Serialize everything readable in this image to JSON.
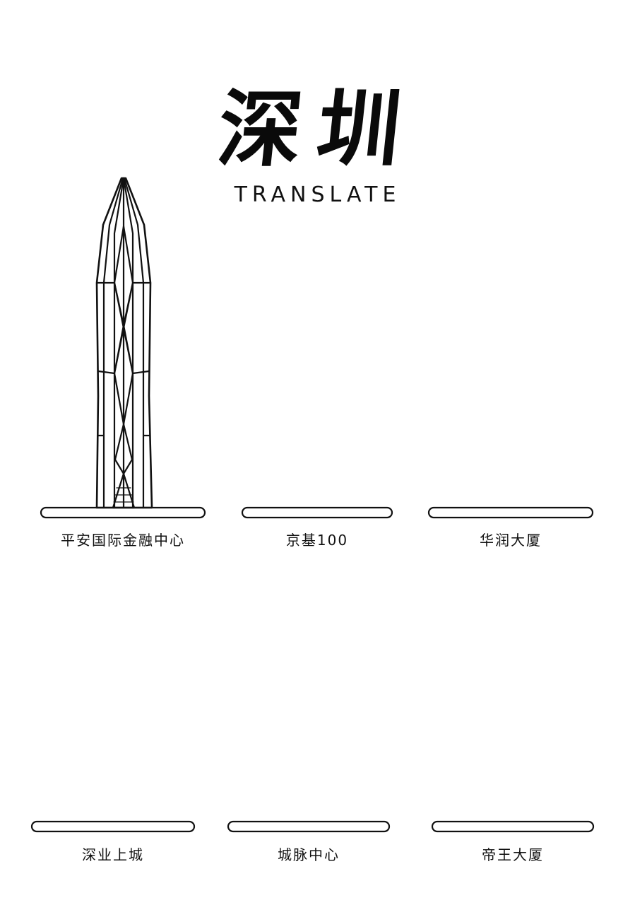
{
  "header": {
    "title": "深圳",
    "subtitle": "TRANSLATE"
  },
  "colors": {
    "background": "#ffffff",
    "ink": "#111111"
  },
  "buildings": [
    {
      "name": "平安国际金融中心",
      "row": 1,
      "col": 1
    },
    {
      "name": "京基100",
      "row": 1,
      "col": 2
    },
    {
      "name": "华润大厦",
      "row": 1,
      "col": 3
    },
    {
      "name": "深业上城",
      "row": 2,
      "col": 1
    },
    {
      "name": "城脉中心",
      "row": 2,
      "col": 2
    },
    {
      "name": "帝王大厦",
      "row": 2,
      "col": 3
    }
  ]
}
